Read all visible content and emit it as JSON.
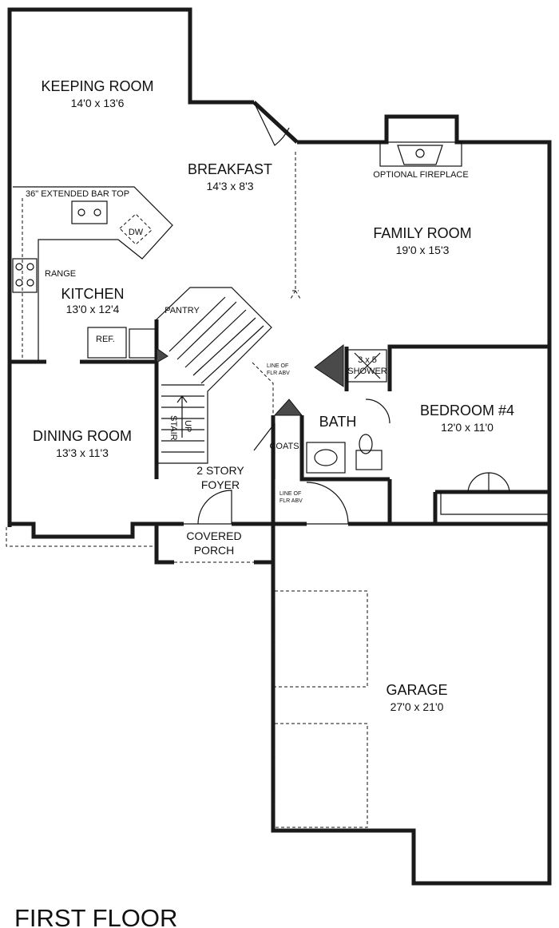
{
  "title": "FIRST FLOOR",
  "rooms": {
    "keeping": {
      "name": "KEEPING ROOM",
      "dim": "14'0 x 13'6"
    },
    "breakfast": {
      "name": "BREAKFAST",
      "dim": "14'3 x 8'3"
    },
    "family": {
      "name": "FAMILY ROOM",
      "dim": "19'0 x 15'3"
    },
    "kitchen": {
      "name": "KITCHEN",
      "dim": "13'0 x 12'4"
    },
    "dining": {
      "name": "DINING ROOM",
      "dim": "13'3 x 11'3"
    },
    "bedroom4": {
      "name": "BEDROOM #4",
      "dim": "12'0 x 11'0"
    },
    "bath": {
      "name": "BATH"
    },
    "foyer": {
      "line1": "2 STORY",
      "line2": "FOYER"
    },
    "porch": {
      "line1": "COVERED",
      "line2": "PORCH"
    },
    "garage": {
      "name": "GARAGE",
      "dim": "27'0 x 21'0"
    }
  },
  "labels": {
    "bar_top": "36\" EXTENDED BAR TOP",
    "dw": "DW",
    "range": "RANGE",
    "pantry": "PANTRY",
    "ref": "REF.",
    "fireplace": "OPTIONAL FIREPLACE",
    "line_of_flr_1a": "LINE OF",
    "line_of_flr_1b": "FLR ABV",
    "line_of_flr_2": "LINE OF",
    "line_of_flr_2b": "FLR ABV",
    "shower_1": "3 x 5",
    "shower_2": "SHOWER",
    "coats": "COATS",
    "stair": "STAIR",
    "up": "UP"
  }
}
